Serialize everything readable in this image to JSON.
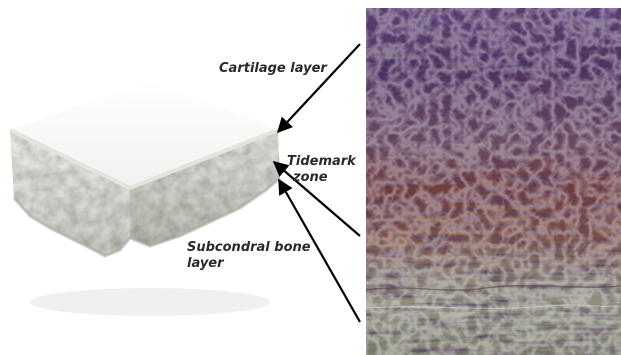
{
  "labels": {
    "cartilage": "Cartilage layer",
    "tidemark_line1": "Tidemark",
    "tidemark_line2": "zone",
    "bone_line1": "Subcondral bone",
    "bone_line2": "layer"
  },
  "colors": {
    "cartilage_stain": "#4a2e5e",
    "tidemark_stain": "#6b3d3b",
    "bone_stain": "#8c8d7d",
    "arrow": "#000000",
    "label_text": "#2a2a2a"
  },
  "icons": {
    "specimen": "osteochondral-block",
    "micrograph": "histology-section"
  }
}
